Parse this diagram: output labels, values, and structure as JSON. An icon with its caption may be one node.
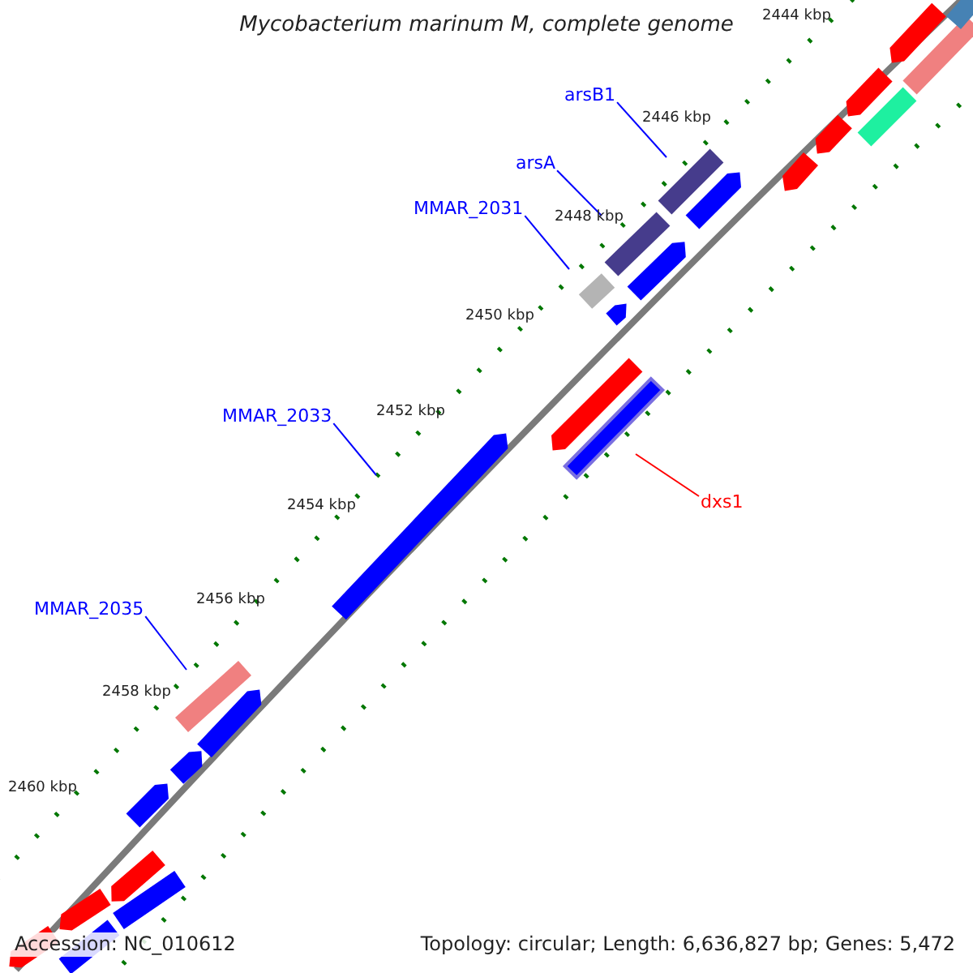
{
  "diagram": {
    "title": "Mycobacterium marinum M, complete genome",
    "nodes": [
      {
        "text": [
          "arsB1"
        ]
      },
      {
        "text": [],
        "shape": "bar"
      },
      {
        "text": [
          "arsA"
        ]
      },
      {
        "text": [],
        "shape": "bar"
      },
      {
        "text": [
          "MMAR_2031"
        ]
      },
      {
        "text": [],
        "shape": "bar"
      },
      {
        "text": [
          "MMAR_2033"
        ]
      },
      {
        "text": [],
        "shape": "bar"
      },
      {
        "text": [
          "dxs1"
        ]
      },
      {
        "text": [],
        "shape": "bar"
      },
      {
        "text": [
          "MMAR_2035"
        ]
      },
      {
        "text": [],
        "shape": "bar"
      },
      {
        "text": [],
        "shape": "bar"
      },
      {
        "text": [],
        "shape": "bar"
      },
      {
        "text": [],
        "shape": "bar"
      },
      {
        "text": [],
        "shape": "bar"
      },
      {
        "text": [],
        "shape": "bar"
      },
      {
        "text": [],
        "shape": "bar"
      },
      {
        "text": [],
        "shape": "bar"
      },
      {
        "text": [],
        "shape": "bar"
      },
      {
        "text": [],
        "shape": "bar"
      },
      {
        "text": [],
        "shape": "bar"
      },
      {
        "text": [],
        "shape": "bar"
      },
      {
        "text": [],
        "shape": "bar"
      },
      {
        "text": [],
        "shape": "bar"
      },
      {
        "text": [],
        "shape": "bar"
      },
      {
        "text": [],
        "shape": "bar"
      },
      {
        "text": [],
        "shape": "bar"
      },
      {
        "text": [],
        "shape": "bar"
      },
      {
        "text": [],
        "shape": "bar"
      },
      {
        "text": [],
        "shape": "bar"
      }
    ],
    "edges": [
      {
        "from": 0,
        "to": 1,
        "arrow": "none"
      },
      {
        "from": 2,
        "to": 3,
        "arrow": "none"
      },
      {
        "from": 4,
        "to": 5,
        "arrow": "none"
      },
      {
        "from": 6,
        "to": 7,
        "arrow": "none"
      },
      {
        "from": 8,
        "to": 9,
        "arrow": "none",
        "color": "#ff0000"
      },
      {
        "from": 10,
        "to": 11,
        "arrow": "none"
      }
    ],
    "labels": [
      "2444 kbp",
      "2446 kbp",
      "2448 kbp",
      "2450 kbp",
      "2452 kbp",
      "2454 kbp",
      "2456 kbp",
      "2458 kbp",
      "2460 kbp",
      "Accession: NC_010612",
      "Topology: circular; Length: 6,636,827 bp; Genes: 5,472"
    ]
  }
}
